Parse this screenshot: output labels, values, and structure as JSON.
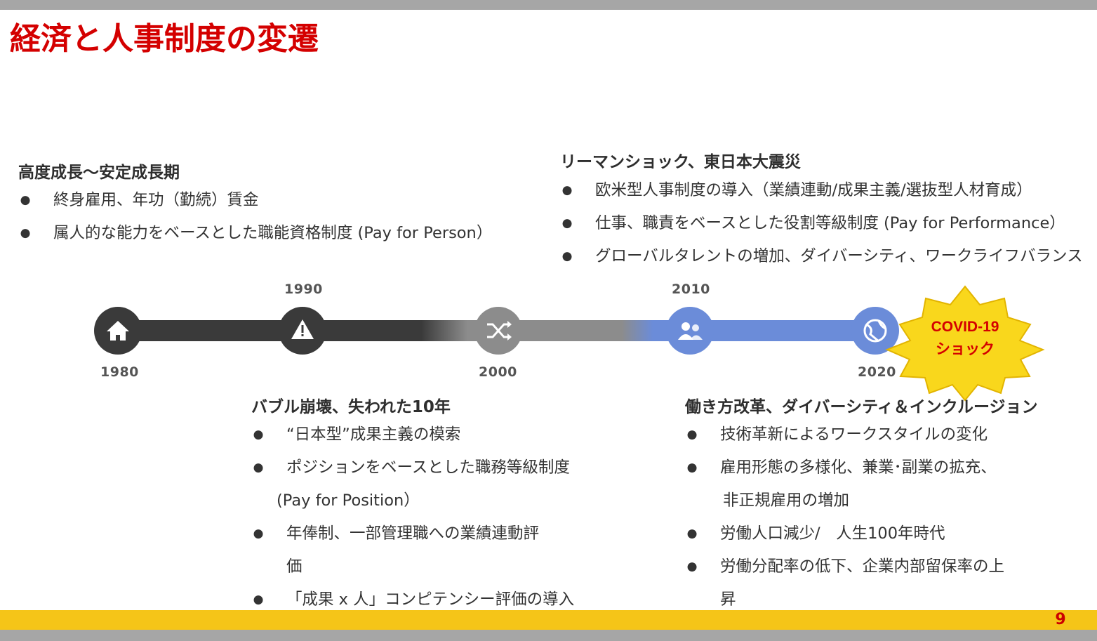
{
  "title": "経済と人事制度の変遷",
  "page_number": "9",
  "colors": {
    "title": "#d40000",
    "accent_bar": "#f5c518",
    "gray_bar": "#a6a6a6",
    "timeline_blue": "#6b8cd9",
    "timeline_dark": "#3a3a3a"
  },
  "sections": {
    "s1980": {
      "heading": "高度成長～安定成長期",
      "items": [
        "終身雇用、年功（勤続）賃金",
        "属人的な能力をベースとした職能資格制度 (Pay for Person）"
      ]
    },
    "s1990": {
      "heading": "バブル崩壊、失われた10年",
      "items": [
        {
          "line1": "“日本型”成果主義の模索"
        },
        {
          "line1": "ポジションをベースとした職務等級制度",
          "line2": "(Pay for Position）"
        },
        {
          "line1": "年俸制、一部管理職への業績連動評",
          "line2": "価"
        },
        {
          "line1": "「成果 x 人」コンピテンシー評価の導入"
        }
      ]
    },
    "s2010": {
      "heading": "リーマンショック、東日本大震災",
      "items": [
        "欧米型人事制度の導入（業績連動/成果主義/選抜型人材育成）",
        "仕事、職責をベースとした役割等級制度 (Pay for Performance）",
        "グローバルタレントの増加、ダイバーシティ、ワークライフバランス"
      ]
    },
    "s2020": {
      "heading": "働き方改革、ダイバーシティ＆インクルージョン",
      "items": [
        {
          "line1": "技術革新によるワークスタイルの変化"
        },
        {
          "line1": "雇用形態の多様化、兼業･副業の拡充、",
          "line2": "非正規雇用の増加"
        },
        {
          "line1": "労働人口減少/　人生100年時代"
        },
        {
          "line1": "労働分配率の低下、企業内部留保率の上",
          "line2": "昇"
        }
      ]
    }
  },
  "timeline": {
    "years": {
      "y1980": "1980",
      "y1990": "1990",
      "y2000": "2000",
      "y2010": "2010",
      "y2020": "2020"
    },
    "icons": [
      "home-icon",
      "warning-icon",
      "shuffle-icon",
      "users-icon",
      "globe-icon"
    ],
    "badge": {
      "line1": "COVID-19",
      "line2": "ショック"
    }
  }
}
